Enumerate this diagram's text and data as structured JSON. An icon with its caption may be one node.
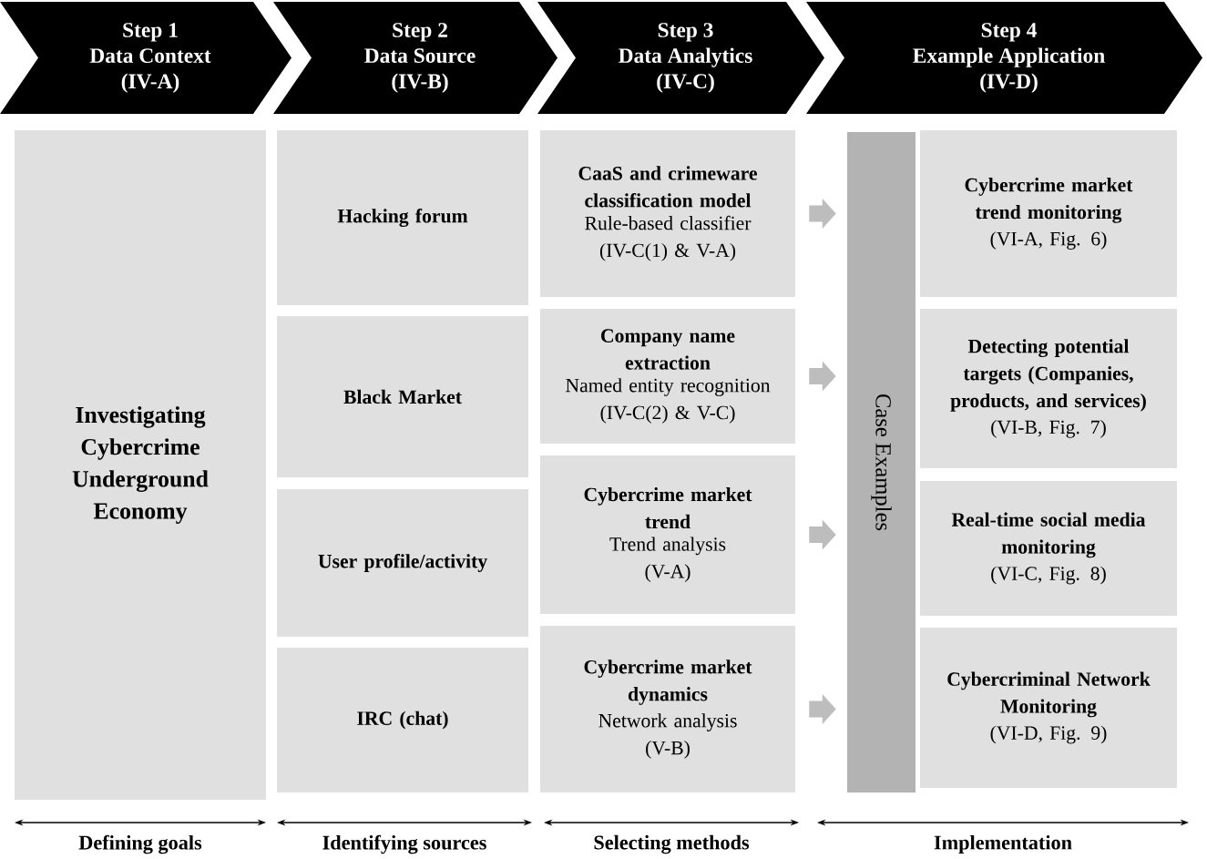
{
  "diagram": {
    "nodes": [
      {
        "text": [
          "Step 1",
          "Data Context",
          "(IV-A)"
        ]
      },
      {
        "text": [
          "Step 2",
          "Data Source",
          "(IV-B)"
        ]
      },
      {
        "text": [
          "Step 3",
          "Data Analytics",
          "(IV-C)"
        ]
      },
      {
        "text": [
          "Step 4",
          "Example Application",
          "(IV-D)"
        ]
      },
      {
        "text": [
          "Investigating Cybercrime Underground Economy"
        ]
      },
      {
        "text": [
          "Hacking forum"
        ]
      },
      {
        "text": [
          "Black Market"
        ]
      },
      {
        "text": [
          "User profile/activity"
        ]
      },
      {
        "text": [
          "IRC (chat)"
        ]
      },
      {
        "text": [
          "CaaS and crimeware classification model",
          "Rule-based classifier (IV-C(1) & V-A)"
        ]
      },
      {
        "text": [
          "Company name extraction",
          "Named entity recognition (IV-C(2) & V-C)"
        ]
      },
      {
        "text": [
          "Cybercrime market trend",
          "Trend analysis (V-A)"
        ]
      },
      {
        "text": [
          "Cybercrime market dynamics",
          "Network analysis (V-B)"
        ]
      },
      {
        "text": [
          "Case Examples"
        ]
      },
      {
        "text": [
          "Cybercrime market trend monitoring",
          "(VI-A, Fig. 6)"
        ]
      },
      {
        "text": [
          "Detecting potential targets (Companies, products, and services)",
          "(VI-B, Fig. 7)"
        ]
      },
      {
        "text": [
          "Real-time social media monitoring",
          "(VI-C, Fig. 8)"
        ]
      },
      {
        "text": [
          "Cybercriminal Network Monitoring",
          "(VI-D, Fig. 9)"
        ]
      }
    ],
    "edges": [
      {
        "from": 9,
        "to": 13,
        "arrow": "to"
      },
      {
        "from": 10,
        "to": 13,
        "arrow": "to"
      },
      {
        "from": 11,
        "to": 13,
        "arrow": "to"
      },
      {
        "from": 12,
        "to": 13,
        "arrow": "to"
      }
    ],
    "labels": [
      "Defining goals",
      "Identifying sources",
      "Selecting methods",
      "Implementation"
    ]
  }
}
